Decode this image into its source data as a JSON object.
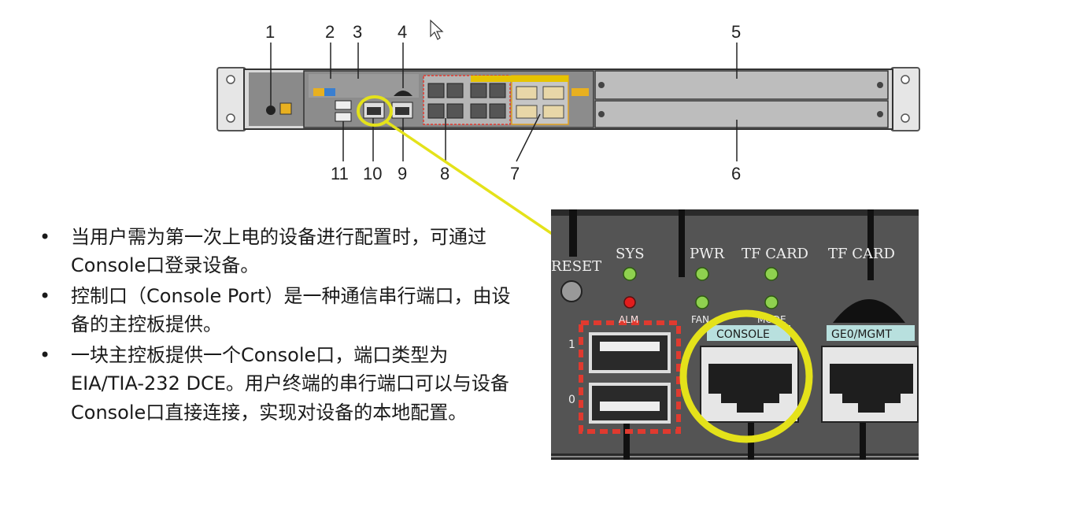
{
  "callouts": {
    "c1": "1",
    "c2": "2",
    "c3": "3",
    "c4": "4",
    "c5": "5",
    "c6": "6",
    "c7": "7",
    "c8": "8",
    "c9": "9",
    "c10": "10",
    "c11": "11"
  },
  "bullets": [
    {
      "text": "当用户需为第一次上电的设备进行配置时，可通过Console口登录设备。"
    },
    {
      "text": "控制口（Console Port）是一种通信串行端口，由设备的主控板提供。"
    },
    {
      "text": "一块主控板提供一个Console口，端口类型为EIA/TIA-232 DCE。用户终端的串行端口可以与设备Console口直接连接，实现对设备的本地配置。"
    }
  ],
  "bullet_symbol": "•",
  "zoom_labels": {
    "reset": "RESET",
    "sys": "SYS",
    "pwr": "PWR",
    "tf_card": "TF CARD",
    "tf_card_slot": "TF CARD",
    "alm": "ALM",
    "fan": "FAN",
    "mode": "MODE",
    "console": "CONSOLE",
    "ge0_mgmt": "GE0/MGMT",
    "usb1": "1",
    "usb0": "0"
  },
  "colors": {
    "highlight_yellow": "#e4e21a",
    "usb_dash_red": "#e03a2f",
    "led_green": "#8fd14f",
    "led_red": "#e21d1d",
    "port_label_teal": "#b8e0de"
  }
}
